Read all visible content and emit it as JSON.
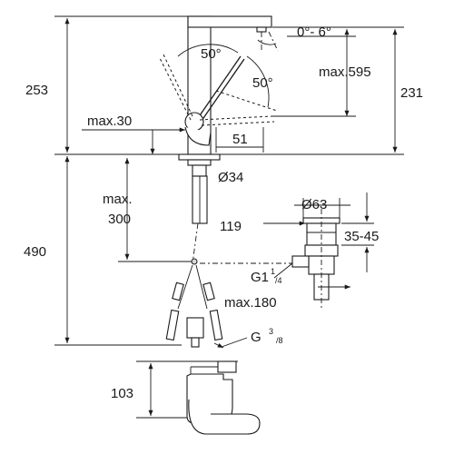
{
  "labels": {
    "tilt": "0°- 6°",
    "angle_top": "50°",
    "angle_side": "50°",
    "spout_max": "max.595",
    "height_253": "253",
    "height_231": "231",
    "lever_max": "max.30",
    "width_51": "51",
    "hole_dia": "Ø34",
    "hose_max": "max.",
    "hose_300": "300",
    "drain_dia": "Ø63",
    "drain_119": "119",
    "drain_range": "35-45",
    "depth_490": "490",
    "thread_g1": "G1",
    "thread_g1_sup": "1",
    "thread_g1_sub": "/4",
    "drain_max180": "max.180",
    "thread_g": "G",
    "thread_g_sup": "3",
    "thread_g_sub": "/8",
    "height_103": "103"
  }
}
